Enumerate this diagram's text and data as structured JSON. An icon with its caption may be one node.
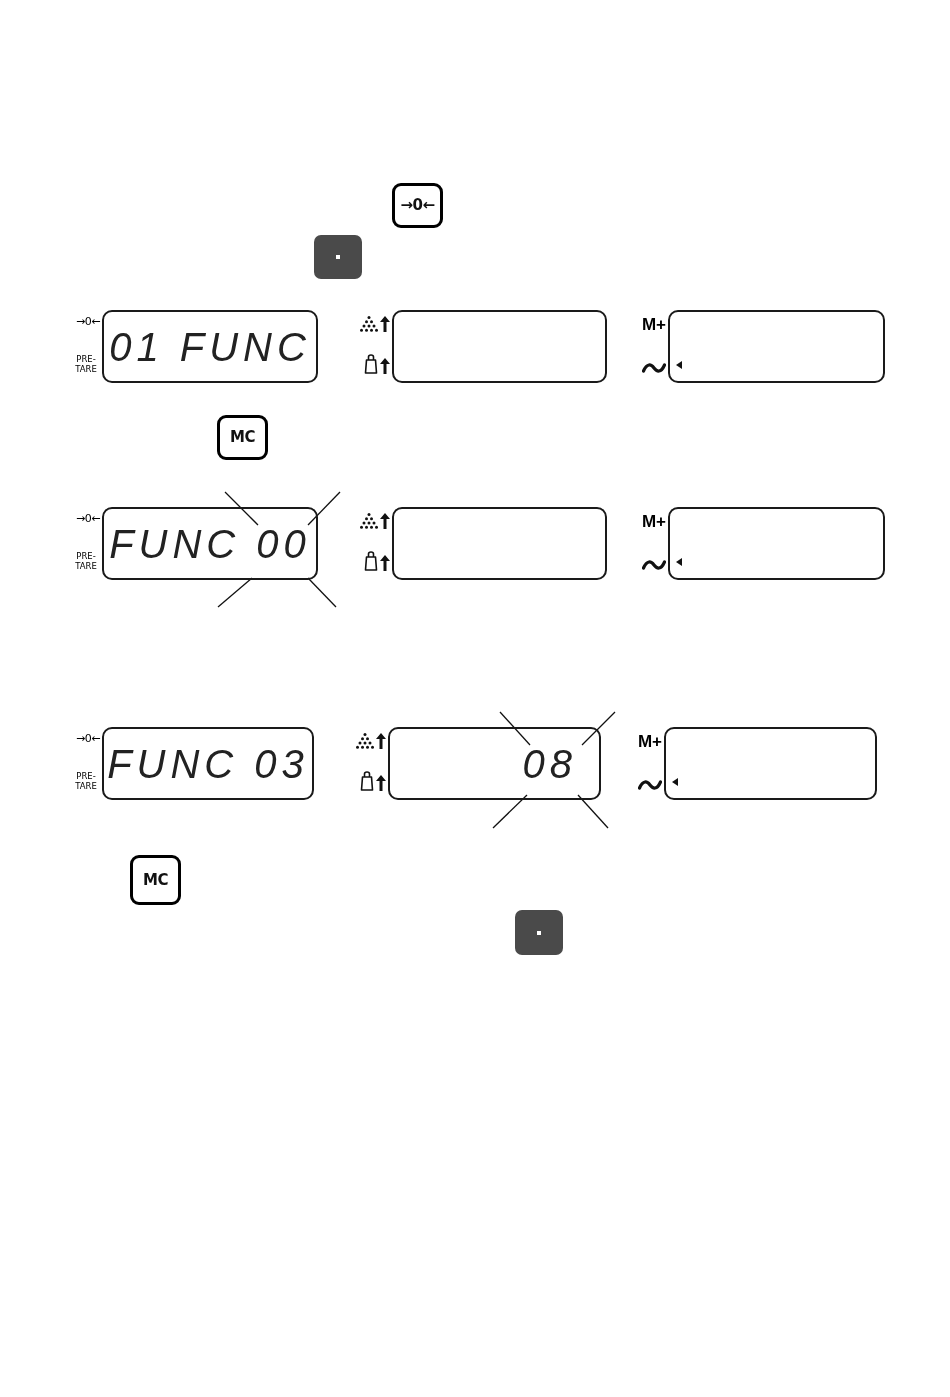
{
  "diagram": {
    "nodes": [
      {
        "text": [
          "→0←"
        ]
      },
      {
        "text": [],
        "shape": "box"
      },
      {
        "text": [
          "01 FUNC"
        ],
        "beside": [
          "→0←",
          "PRE-TARE"
        ]
      },
      {
        "text": [],
        "shape": "box"
      },
      {
        "text": [],
        "shape": "box",
        "beside": [
          "M+"
        ]
      },
      {
        "text": [
          "MC"
        ]
      },
      {
        "text": [
          "FUNC 00"
        ],
        "beside": [
          "→0←",
          "PRE-TARE"
        ]
      },
      {
        "text": [],
        "shape": "box"
      },
      {
        "text": [],
        "shape": "box",
        "beside": [
          "M+"
        ]
      },
      {
        "text": [
          "FUNC 03"
        ],
        "beside": [
          "→0←",
          "PRE-TARE"
        ]
      },
      {
        "text": [
          "08"
        ]
      },
      {
        "text": [],
        "shape": "box",
        "beside": [
          "M+"
        ]
      },
      {
        "text": [
          "MC"
        ]
      },
      {
        "text": [],
        "shape": "box"
      }
    ]
  }
}
